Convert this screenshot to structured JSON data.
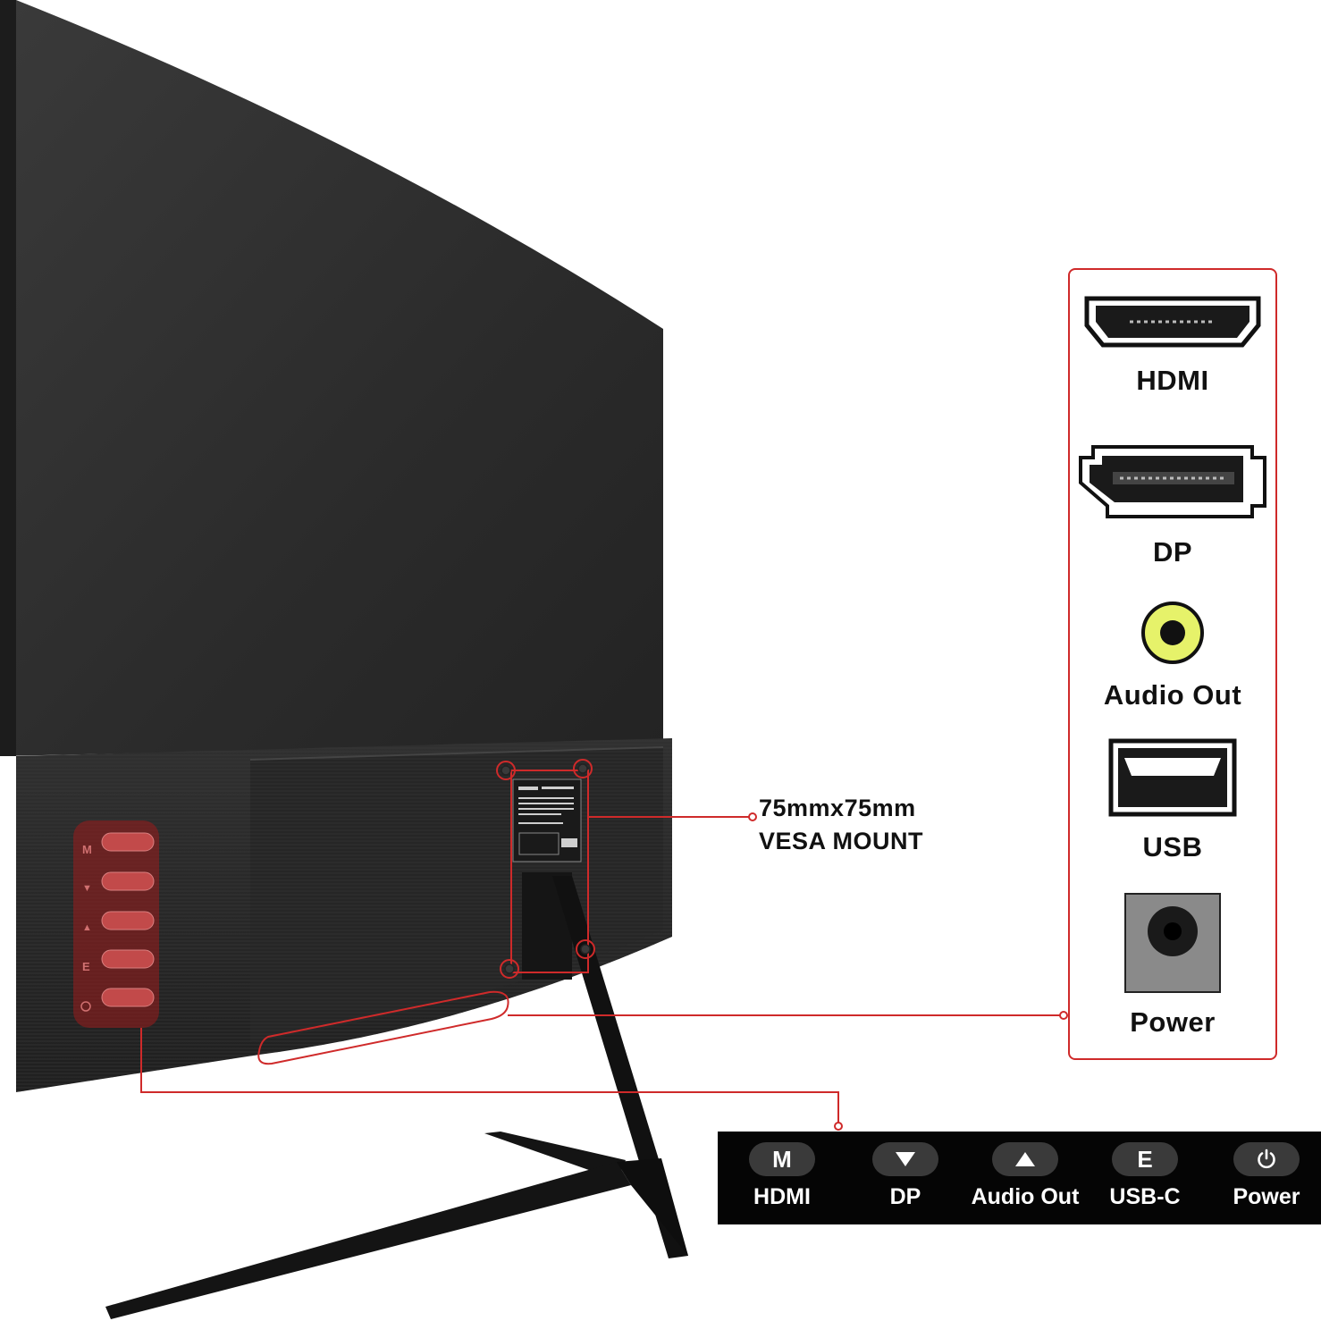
{
  "vesa": {
    "line1": "75mmx75mm",
    "line2": "VESA MOUNT"
  },
  "ports": [
    {
      "label": "HDMI",
      "icon": "hdmi-port-icon"
    },
    {
      "label": "DP",
      "icon": "displayport-icon"
    },
    {
      "label": "Audio Out",
      "icon": "audio-jack-icon"
    },
    {
      "label": "USB",
      "icon": "usb-port-icon"
    },
    {
      "label": "Power",
      "icon": "dc-power-jack-icon"
    }
  ],
  "buttons": [
    {
      "symbol": "M",
      "label": "HDMI"
    },
    {
      "symbol": "▼",
      "label": "DP"
    },
    {
      "symbol": "▲",
      "label": "Audio Out"
    },
    {
      "symbol": "E",
      "label": "USB-C"
    },
    {
      "symbol": "power-icon",
      "label": "Power"
    }
  ],
  "rear_button_marks": [
    "M",
    "▼",
    "▲",
    "E",
    "power-icon"
  ],
  "colors": {
    "callout_red": "#cf2a2a",
    "monitor_body": "#2c2c2c",
    "audio_jack_green": "#e6f26a",
    "power_jack_gray": "#8a8a8a"
  }
}
